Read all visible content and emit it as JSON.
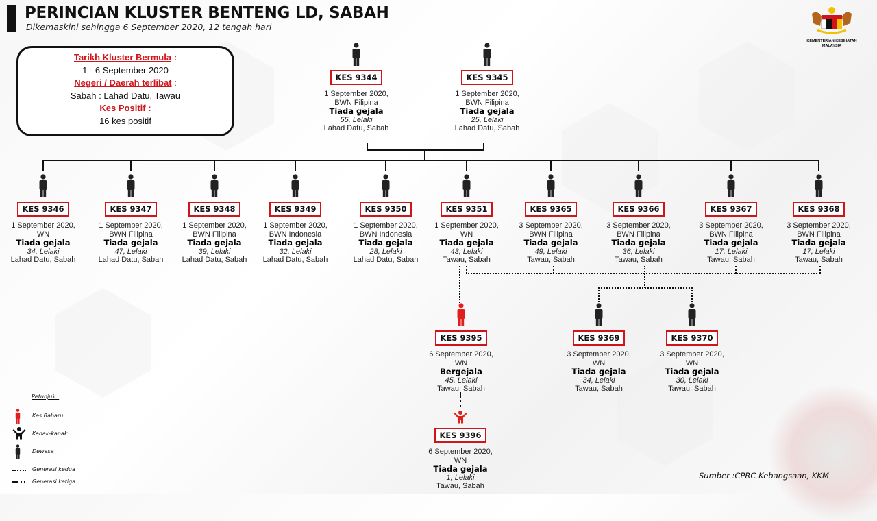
{
  "header": {
    "title": "PERINCIAN KLUSTER BENTENG LD, SABAH",
    "subtitle": "Dikemaskini sehingga 6 September 2020, 12 tengah hari"
  },
  "logo": {
    "line1": "KEMENTERIAN KESIHATAN",
    "line2": "MALAYSIA"
  },
  "summary": {
    "start_label": "Tarikh Kluster Bermula",
    "start_value": "1 - 6 September 2020",
    "region_label": "Negeri / Daerah terlibat",
    "region_value": "Sabah : Lahad Datu, Tawau",
    "positive_label": "Kes Positif",
    "positive_value": "16 kes positif",
    "colon": ":"
  },
  "colors": {
    "accent": "#d0141a",
    "adult": "#222222",
    "new_case": "#e0201f"
  },
  "cases": [
    {
      "id": "KES 9344",
      "date": "1 September 2020,",
      "nationality": "BWN Filipina",
      "status": "Tiada gejala",
      "age": "55, Lelaki",
      "location": "Lahad Datu, Sabah",
      "icon": "adult",
      "new": false
    },
    {
      "id": "KES 9345",
      "date": "1 September 2020,",
      "nationality": "BWN Filipina",
      "status": "Tiada gejala",
      "age": "25, Lelaki",
      "location": "Lahad Datu, Sabah",
      "icon": "adult",
      "new": false
    },
    {
      "id": "KES 9346",
      "date": "1 September 2020,",
      "nationality": "WN",
      "status": "Tiada gejala",
      "age": "34, Lelaki",
      "location": "Lahad Datu, Sabah",
      "icon": "adult",
      "new": false
    },
    {
      "id": "KES 9347",
      "date": "1 September 2020,",
      "nationality": "BWN Filipina",
      "status": "Tiada gejala",
      "age": "47, Lelaki",
      "location": "Lahad Datu, Sabah",
      "icon": "adult",
      "new": false
    },
    {
      "id": "KES 9348",
      "date": "1 September 2020,",
      "nationality": "BWN Filipina",
      "status": "Tiada gejala",
      "age": "39, Lelaki",
      "location": "Lahad Datu, Sabah",
      "icon": "adult",
      "new": false
    },
    {
      "id": "KES 9349",
      "date": "1 September 2020,",
      "nationality": "BWN Indonesia",
      "status": "Tiada gejala",
      "age": "32, Lelaki",
      "location": "Lahad Datu, Sabah",
      "icon": "adult",
      "new": false
    },
    {
      "id": "KES 9350",
      "date": "1 September 2020,",
      "nationality": "BWN Indonesia",
      "status": "Tiada gejala",
      "age": "28, Lelaki",
      "location": "Lahad Datu, Sabah",
      "icon": "adult",
      "new": false
    },
    {
      "id": "KES 9351",
      "date": "1 September 2020,",
      "nationality": "WN",
      "status": "Tiada gejala",
      "age": "43, Lelaki",
      "location": "Tawau, Sabah",
      "icon": "adult",
      "new": false
    },
    {
      "id": "KES 9365",
      "date": "3 September 2020,",
      "nationality": "BWN Filipina",
      "status": "Tiada gejala",
      "age": "49, Lelaki",
      "location": "Tawau, Sabah",
      "icon": "adult",
      "new": false
    },
    {
      "id": "KES 9366",
      "date": "3 September 2020,",
      "nationality": "BWN Filipina",
      "status": "Tiada gejala",
      "age": "36, Lelaki",
      "location": "Tawau, Sabah",
      "icon": "adult",
      "new": false
    },
    {
      "id": "KES 9367",
      "date": "3 September 2020,",
      "nationality": "BWN Filipina",
      "status": "Tiada gejala",
      "age": "17, Lelaki",
      "location": "Tawau, Sabah",
      "icon": "adult",
      "new": false
    },
    {
      "id": "KES 9368",
      "date": "3 September 2020,",
      "nationality": "BWN Filipina",
      "status": "Tiada gejala",
      "age": "17, Lelaki",
      "location": "Tawau, Sabah",
      "icon": "adult",
      "new": false
    },
    {
      "id": "KES 9395",
      "date": "6 September 2020,",
      "nationality": "WN",
      "status": "Bergejala",
      "age": "45, Lelaki",
      "location": "Tawau, Sabah",
      "icon": "adult",
      "new": true
    },
    {
      "id": "KES 9369",
      "date": "3 September 2020,",
      "nationality": "WN",
      "status": "Tiada gejala",
      "age": "34, Lelaki",
      "location": "Tawau, Sabah",
      "icon": "adult",
      "new": false
    },
    {
      "id": "KES 9370",
      "date": "3 September 2020,",
      "nationality": "WN",
      "status": "Tiada gejala",
      "age": "30, Lelaki",
      "location": "Tawau, Sabah",
      "icon": "adult",
      "new": false
    },
    {
      "id": "KES 9396",
      "date": "6 September 2020,",
      "nationality": "WN",
      "status": "Tiada gejala",
      "age": "1, Lelaki",
      "location": "Tawau, Sabah",
      "icon": "child",
      "new": true
    }
  ],
  "legend": {
    "title": "Petunjuk :",
    "new_case": "Kes Baharu",
    "child": "Kanak-kanak",
    "adult": "Dewasa",
    "second_gen": "Generasi kedua",
    "third_gen": "Generasi ketiga"
  },
  "source": "Sumber :CPRC Kebangsaan,  KKM"
}
